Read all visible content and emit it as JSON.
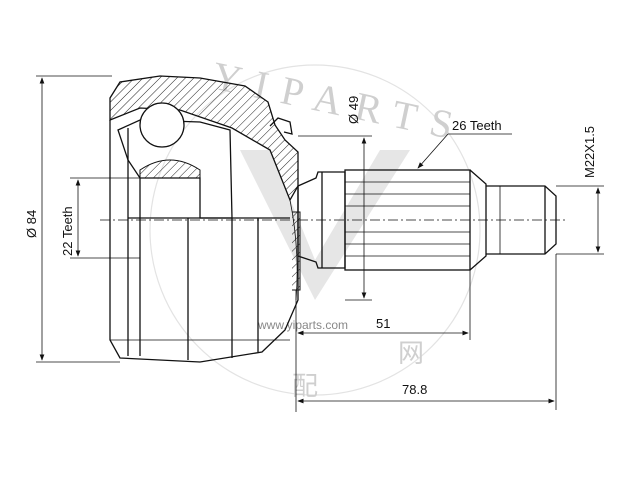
{
  "dimensions": {
    "outer_diameter": "Ø 84",
    "inner_teeth": "22 Teeth",
    "seal_diameter": "Ø 49",
    "outer_teeth": "26 Teeth",
    "thread": "M22X1.5",
    "length_51": "51",
    "length_78": "78.8"
  },
  "watermark": {
    "brand": "YIPARTS",
    "url": "www.yiparts.com",
    "cn_left": "配",
    "cn_right": "网"
  }
}
